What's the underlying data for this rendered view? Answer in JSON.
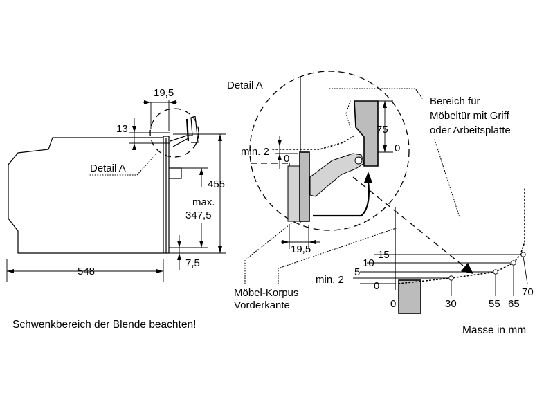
{
  "labels": {
    "detail_a_small": "Detail A",
    "detail_a_large": "Detail A",
    "area_note": [
      "Bereich für",
      "Möbeltür mit Griff",
      "oder Arbeitsplatte"
    ],
    "corpus_note": [
      "Möbel-Korpus",
      "Vorderkante"
    ],
    "warning": "Schwenkbereich der Blende beachten!",
    "units_note": "Masse in mm"
  },
  "dimensions": {
    "front_offset": "19,5",
    "top_gap": "13",
    "total_height": "455",
    "max_label": "max.",
    "max_height": "347,5",
    "bottom_offset": "7,5",
    "depth": "548",
    "detail_min_label": "min. 2",
    "detail_zero": "0",
    "detail_handle_height": "75",
    "detail_handle_zero": "0",
    "detail_front_offset": "19,5"
  },
  "swing_chart": {
    "y_labels": [
      "15",
      "10",
      "5",
      "min. 2",
      "0"
    ],
    "x_labels": [
      "0",
      "30",
      "55",
      "65",
      "70"
    ]
  }
}
